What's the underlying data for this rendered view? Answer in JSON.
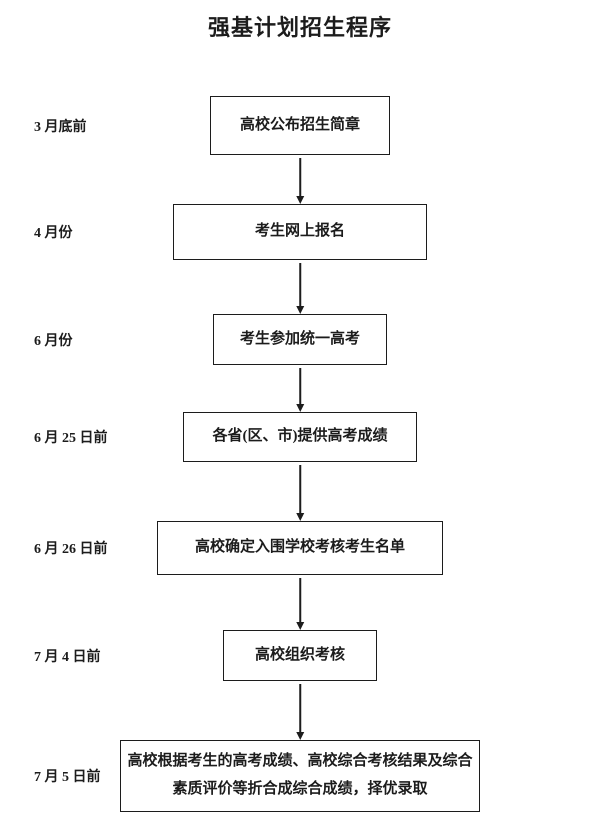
{
  "title": "强基计划招生程序",
  "colors": {
    "line": "#1c1c1c",
    "background": "#ffffff"
  },
  "steps": [
    {
      "date": "3 月底前",
      "label": "高校公布招生简章"
    },
    {
      "date": "4 月份",
      "label": "考生网上报名"
    },
    {
      "date": "6 月份",
      "label": "考生参加统一高考"
    },
    {
      "date": "6 月 25 日前",
      "label": "各省(区、市)提供高考成绩"
    },
    {
      "date": "6 月 26 日前",
      "label": "高校确定入围学校考核考生名单"
    },
    {
      "date": "7 月 4 日前",
      "label": "高校组织考核"
    },
    {
      "date": "7 月 5 日前",
      "label": "高校根据考生的高考成绩、高校综合考核结果及综合素质评价等折合成综合成绩，择优录取"
    }
  ]
}
